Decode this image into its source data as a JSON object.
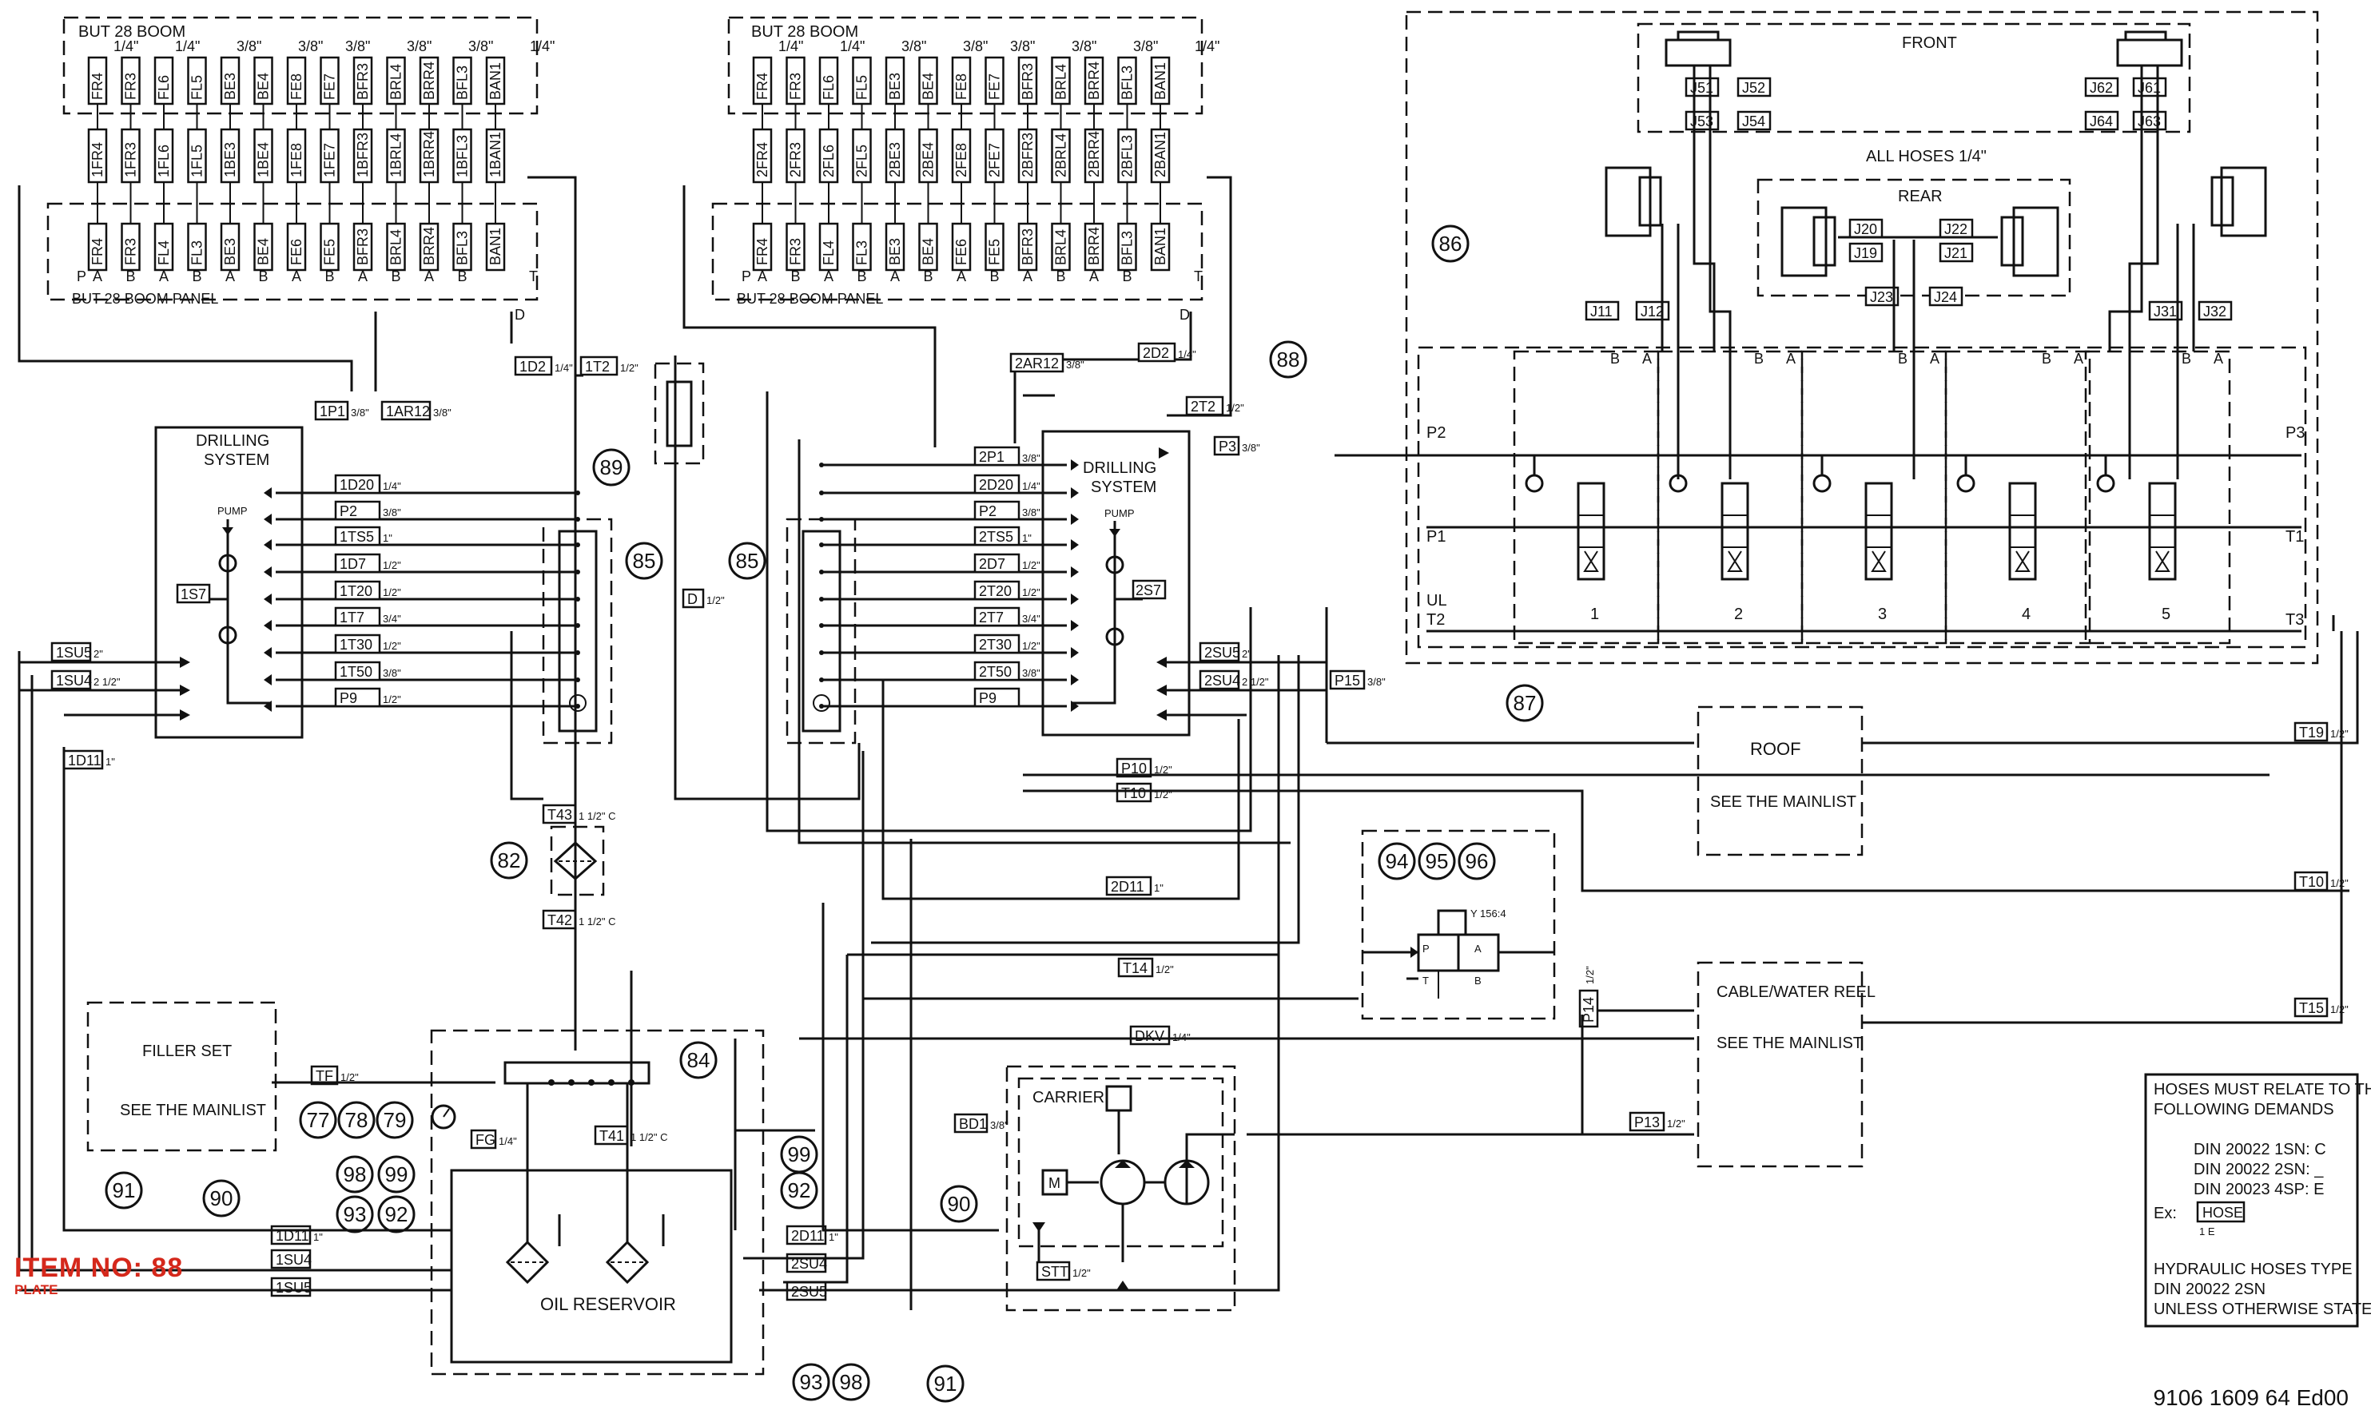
{
  "panels": {
    "boom_left_title": "BUT 28 BOOM",
    "boom_right_title": "BUT 28 BOOM",
    "panel_label": "BUT 28 BOOM PANEL",
    "sizes": [
      "1/4\"",
      "1/4\"",
      "3/8\"",
      "3/8\"",
      "3/8\"",
      "3/8\"",
      "3/8\"",
      "1/4\""
    ],
    "top_cells": [
      "FR4",
      "FR3",
      "FL6",
      "FL5",
      "BE3",
      "BE4",
      "FE8",
      "FE7",
      "BFR3",
      "BRL4",
      "BRR4",
      "BFL3",
      "BAN1"
    ],
    "left_hoses": [
      "1FR4",
      "1FR3",
      "1FL6",
      "1FL5",
      "1BE3",
      "1BE4",
      "1FE8",
      "1FE7",
      "1BFR3",
      "1BRL4",
      "1BRR4",
      "1BFL3",
      "1BAN1"
    ],
    "right_hoses": [
      "2FR4",
      "2FR3",
      "2FL6",
      "2FL5",
      "2BE3",
      "2BE4",
      "2FE8",
      "2FE7",
      "2BFR3",
      "2BRL4",
      "2BRR4",
      "2BFL3",
      "2BAN1"
    ],
    "panel_cells": [
      "FR4",
      "FR3",
      "FL4",
      "FL3",
      "BE3",
      "BE4",
      "FE6",
      "FE5",
      "BFR3",
      "BRL4",
      "BRR4",
      "BFL3",
      "BAN1"
    ],
    "port_letters": [
      "P",
      "A",
      "B",
      "A",
      "B",
      "A",
      "B",
      "A",
      "B",
      "A",
      "B",
      "A",
      "B",
      "T"
    ],
    "d_port": "D"
  },
  "drilling": {
    "title_line1": "DRILLING",
    "title_line2": "SYSTEM",
    "pump": "PUMP",
    "left_lines": [
      {
        "label": "1D20",
        "size": "1/4\""
      },
      {
        "label": "P2",
        "size": "3/8\""
      },
      {
        "label": "1TS5",
        "size": "1\""
      },
      {
        "label": "1D7",
        "size": "1/2\""
      },
      {
        "label": "1T20",
        "size": "1/2\""
      },
      {
        "label": "1T7",
        "size": "3/4\""
      },
      {
        "label": "1T30",
        "size": "1/2\""
      },
      {
        "label": "1T50",
        "size": "3/8\""
      },
      {
        "label": "P9",
        "size": "1/2\""
      }
    ],
    "right_lines": [
      {
        "label": "2P1",
        "size": "3/8\""
      },
      {
        "label": "2D20",
        "size": "1/4\""
      },
      {
        "label": "P2",
        "size": "3/8\""
      },
      {
        "label": "2TS5",
        "size": "1\""
      },
      {
        "label": "2D7",
        "size": "1/2\""
      },
      {
        "label": "2T20",
        "size": "1/2\""
      },
      {
        "label": "2T7",
        "size": "3/4\""
      },
      {
        "label": "2T30",
        "size": "1/2\""
      },
      {
        "label": "2T50",
        "size": "3/8\""
      },
      {
        "label": "P9",
        "size": ""
      }
    ],
    "left_s7": "1S7",
    "right_s7": "2S7"
  },
  "hoses": {
    "h1P1": "1P1",
    "h1P1_size": "3/8\"",
    "h1AR12": "1AR12",
    "h1AR12_size": "3/8\"",
    "h1D2": "1D2",
    "h1D2_size": "1/4\"",
    "h1T2": "1T2",
    "h1T2_size": "1/2\"",
    "h2AR12": "2AR12",
    "h2AR12_size": "3/8\"",
    "h2D2": "2D2",
    "h2D2_size": "1/4\"",
    "h2T2": "2T2",
    "h2T2_size": "1/2\"",
    "hP3": "P3",
    "hP3_size": "3/8\"",
    "h1SU5": "1SU5",
    "h1SU5_size": "2\"",
    "h1SU4": "1SU4",
    "h1SU4_size": "2 1/2\"",
    "h2SU5": "2SU5",
    "h2SU5_size": "2\"",
    "h2SU4": "2SU4",
    "h2SU4_size": "2 1/2\"",
    "h1D11": "1D11",
    "h1D11_size": "1\"",
    "hD": "D",
    "hD_size": "1/2\"",
    "hP15": "P15",
    "hP15_size": "3/8\"",
    "hP10": "P10",
    "hP10_size": "1/2\"",
    "hT10": "T10",
    "hT10_size": "1/2\"",
    "hT43": "T43",
    "hT43_size": "1 1/2\" C",
    "hT42": "T42",
    "hT42_size": "1 1/2\" C",
    "h2D11": "2D11",
    "h2D11_size": "1\"",
    "hT14": "T14",
    "hT14_size": "1/2\"",
    "hP14": "P14",
    "hP14_size": "1/2\"",
    "hDKV": "DKV",
    "hDKV_size": "1/4\"",
    "hTF": "TF",
    "hTF_size": "1/2\"",
    "hFG": "FG",
    "hFG_size": "1/4\"",
    "hT41": "T41",
    "hT41_size": "1 1/2\" C",
    "hBD1": "BD1",
    "hBD1_size": "3/8\"",
    "hP13": "P13",
    "hP13_size": "1/2\"",
    "hSTT": "STT",
    "hSTT_size": "1/2\"",
    "hT19": "T19",
    "hT19_size": "1/2\"",
    "hT10b": "T10",
    "hT10b_size": "1/2\"",
    "hT15": "T15",
    "hT15_size": "1/2\"",
    "r1D11": "1D11",
    "r1D11_size": "1\"",
    "r1SU4": "1SU4",
    "r1SU5": "1SU5",
    "r2D11": "2D11",
    "r2D11_size": "1\"",
    "r2SU4": "2SU4",
    "r2SU5": "2SU5"
  },
  "valve_block": {
    "front": "FRONT",
    "rear": "REAR",
    "all_hoses": "ALL HOSES 1/4\"",
    "j_front": [
      "J51",
      "J52",
      "J53",
      "J54",
      "J62",
      "J61",
      "J64",
      "J63"
    ],
    "j_rear": [
      "J20",
      "J22",
      "J19",
      "J21",
      "J23",
      "J24"
    ],
    "j_side": [
      "J11",
      "J12",
      "J31",
      "J32"
    ],
    "ports": [
      "P2",
      "P1",
      "UL",
      "T2",
      "P3",
      "T1",
      "T3"
    ],
    "sections": [
      "1",
      "2",
      "3",
      "4",
      "5"
    ],
    "ba": [
      "B",
      "A"
    ]
  },
  "boxes": {
    "roof": "ROOF",
    "see_mainlist": "SEE THE MAINLIST",
    "cable_reel": "CABLE/WATER REEL",
    "filler": "FILLER SET",
    "carrier": "CARRIER",
    "m": "M",
    "oil": "OIL RESERVOIR",
    "solenoid": "Y 156:4",
    "sol_p": "P",
    "sol_a": "A",
    "sol_t": "T",
    "sol_b": "B"
  },
  "callouts": [
    "84",
    "85",
    "85",
    "86",
    "87",
    "88",
    "89",
    "82",
    "94",
    "95",
    "96",
    "77",
    "78",
    "79",
    "98",
    "99",
    "93",
    "92",
    "91",
    "90",
    "99",
    "92",
    "90",
    "93",
    "98",
    "91"
  ],
  "notes": {
    "l1": "HOSES MUST RELATE TO THE",
    "l2": "FOLLOWING DEMANDS",
    "l3": "DIN 20022 1SN: C",
    "l4": "DIN 20022 2SN: _",
    "l5": "DIN 20023 4SP: E",
    "ex": "Ex:",
    "hose": "HOSE",
    "hose_sub": "1 E",
    "l6": "HYDRAULIC HOSES TYPE",
    "l7": "DIN 20022 2SN",
    "l8": "UNLESS OTHERWISE STATED"
  },
  "stamp": {
    "item": "ITEM NO: 88",
    "plate": "PLATE"
  },
  "doc_number": "9106 1609 64 Ed00"
}
